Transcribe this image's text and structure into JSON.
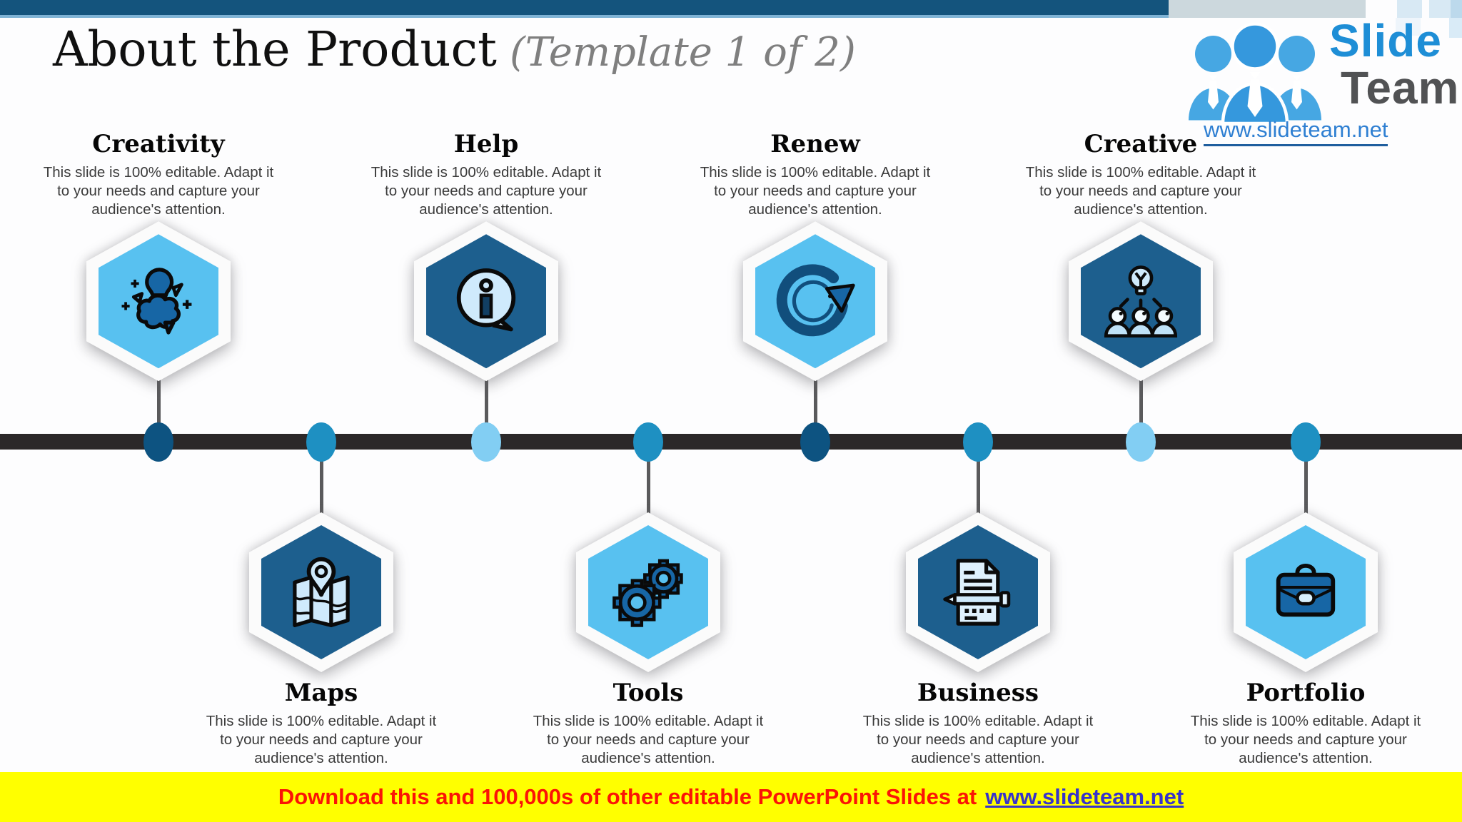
{
  "slide": {
    "title": "About the Product",
    "subtitle": "(Template 1 of 2)"
  },
  "logo": {
    "line1": "Slide",
    "line2": "Team",
    "url": "www.slideteam.net"
  },
  "timeline": {
    "items": [
      {
        "label": "Creativity",
        "description": "This slide is 100% editable. Adapt it\nto your needs and capture your\naudience's attention.",
        "position": "top",
        "hex": "hexLight",
        "dot": "dotDark",
        "icon": "idea-brain-icon"
      },
      {
        "label": "Maps",
        "description": "This slide is 100% editable. Adapt it\nto your needs and capture your\naudience's attention.",
        "position": "bottom",
        "hex": "hexDark",
        "dot": "dotMid",
        "icon": "map-pin-icon"
      },
      {
        "label": "Help",
        "description": "This slide is 100% editable. Adapt it\nto your needs and capture your\naudience's attention.",
        "position": "top",
        "hex": "hexDark",
        "dot": "dotLight",
        "icon": "info-bubble-icon"
      },
      {
        "label": "Tools",
        "description": "This slide is 100% editable. Adapt it\nto your needs and capture your\naudience's attention.",
        "position": "bottom",
        "hex": "hexLight",
        "dot": "dotMid",
        "icon": "gears-icon"
      },
      {
        "label": "Renew",
        "description": "This slide is 100% editable. Adapt it\nto your needs and capture your\naudience's attention.",
        "position": "top",
        "hex": "hexLight",
        "dot": "dotDark",
        "icon": "refresh-arrow-icon"
      },
      {
        "label": "Business",
        "description": "This slide is 100% editable. Adapt it\nto your needs and capture your\naudience's attention.",
        "position": "bottom",
        "hex": "hexDark",
        "dot": "dotMid",
        "icon": "document-pencil-icon"
      },
      {
        "label": "Creative",
        "description": "This slide is 100% editable. Adapt it\nto your needs and capture your\naudience's attention.",
        "position": "top",
        "hex": "hexDark",
        "dot": "dotLight",
        "icon": "bulb-team-icon"
      },
      {
        "label": "Portfolio",
        "description": "This slide is 100% editable. Adapt it\nto your needs and capture your\naudience's attention.",
        "position": "bottom",
        "hex": "hexLight",
        "dot": "dotMid",
        "icon": "briefcase-icon"
      }
    ]
  },
  "footer": {
    "text": "Download this and 100,000s of other editable PowerPoint Slides at",
    "link": "www.slideteam.net"
  },
  "colors": {
    "topbar": "#14547d",
    "topbarLight": "#7fb3d5",
    "bar": "#2b2829",
    "connector": "#5a5a5c",
    "hexLight": "#58c1f0",
    "hexDark": "#1d5f8e",
    "dotDark": "#0d5381",
    "dotMid": "#1e90c2",
    "dotLight": "#82cef3",
    "footerBg": "#ffff00",
    "footerRed": "#fb1406",
    "logoBlue": "#1e8ed6"
  }
}
